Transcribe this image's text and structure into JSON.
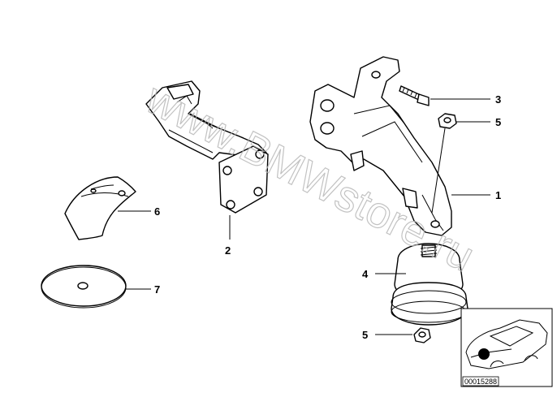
{
  "callouts": {
    "c1": "1",
    "c2": "2",
    "c3": "3",
    "c4": "4",
    "c5a": "5",
    "c5b": "5",
    "c6": "6",
    "c7": "7"
  },
  "watermark": "www.BMWstore.ru",
  "inset": {
    "reference_number": "00015288"
  }
}
